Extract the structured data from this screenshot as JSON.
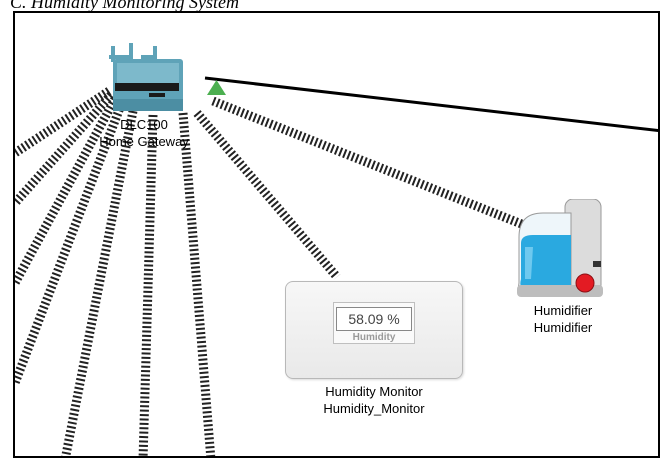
{
  "caption": "C. Humidity Monitoring System",
  "devices": {
    "gateway": {
      "model": "DLC100",
      "name": "Home Gateway",
      "icon": "gateway-icon"
    },
    "humidifier": {
      "model": "Humidifier",
      "name": "Humidifier",
      "icon": "humidifier-icon"
    },
    "monitor": {
      "model": "Humidity Monitor",
      "name": "Humidity_Monitor",
      "reading": "58.09 %",
      "reading_label": "Humidity",
      "icon": "humidity-monitor-icon"
    }
  },
  "colors": {
    "gateway_body": "#5fa3b8",
    "link_up_triangle": "#4caf50",
    "humidifier_water": "#2aa9e0",
    "humidifier_button": "#e31b23",
    "wired_link": "#000000",
    "wireless_link": "#222222"
  }
}
